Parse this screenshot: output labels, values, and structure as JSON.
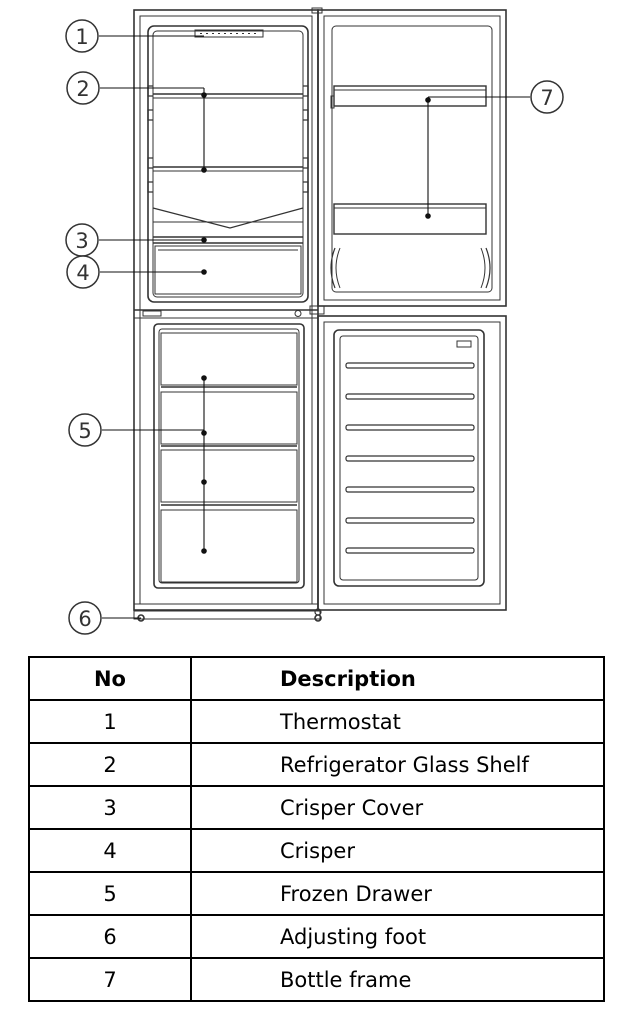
{
  "callouts": [
    "1",
    "2",
    "3",
    "4",
    "5",
    "6",
    "7"
  ],
  "table": {
    "headers": {
      "no": "No",
      "description": "Description"
    },
    "rows": [
      {
        "no": "1",
        "description": "Thermostat"
      },
      {
        "no": "2",
        "description": "Refrigerator Glass Shelf"
      },
      {
        "no": "3",
        "description": "Crisper Cover"
      },
      {
        "no": "4",
        "description": "Crisper"
      },
      {
        "no": "5",
        "description": "Frozen Drawer"
      },
      {
        "no": "6",
        "description": "Adjusting foot"
      },
      {
        "no": "7",
        "description": "Bottle frame"
      }
    ]
  }
}
